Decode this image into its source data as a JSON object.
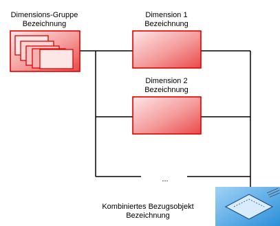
{
  "group_node": {
    "line1": "Dimensions-Gruppe",
    "line2": "Bezeichnung"
  },
  "dimension1": {
    "line1": "Dimension 1",
    "line2": "Bezeichnung"
  },
  "dimension2": {
    "line1": "Dimension 2",
    "line2": "Bezeichnung"
  },
  "ellipsis": "...",
  "combined_object": {
    "line1": "Kombiniertes Bezugsobjekt",
    "line2": "Bezeichnung"
  },
  "colors": {
    "dimension_border": "#e00000",
    "dimension_fill_light": "#fde0e0",
    "dimension_fill_dark": "#f06a6a",
    "combined_fill": "#4aa6e8",
    "connector": "#000000"
  }
}
